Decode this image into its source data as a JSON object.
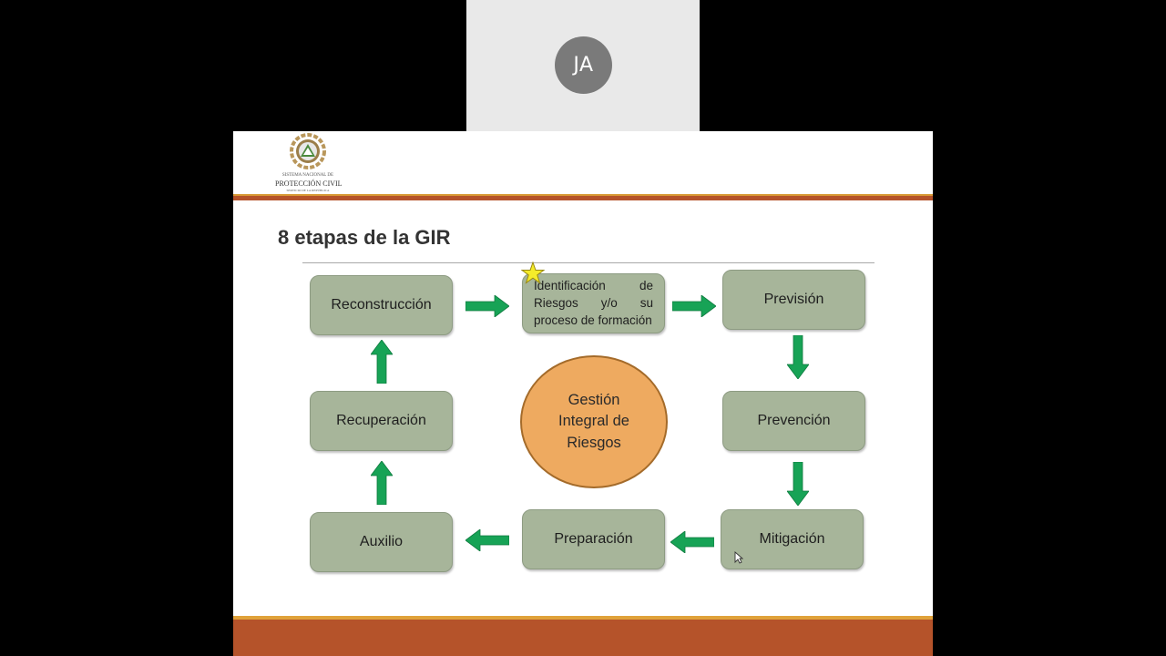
{
  "participant": {
    "initials": "JA",
    "colors": {
      "tile": "#e9e9e9",
      "avatar": "#7a7a7a"
    }
  },
  "slide": {
    "logo": {
      "icon": "proteccion-civil-emblem-icon",
      "line1": "SISTEMA NACIONAL DE",
      "line2": "PROTECCIÓN CIVIL",
      "line3": "SERVICIO DE LA REPÚBLICA"
    },
    "title": "8 etapas de la GIR",
    "center": "Gestión Integral de Riesgos",
    "stages": {
      "identificacion": "Identificación de Riesgos y/o su proceso de formación",
      "prevision": "Previsión",
      "prevencion": "Prevención",
      "mitigacion": "Mitigación",
      "preparacion": "Preparación",
      "auxilio": "Auxilio",
      "recuperacion": "Recuperación",
      "reconstruccion": "Reconstrucción"
    },
    "icons": {
      "highlight": "star-icon",
      "arrows": "arrow-icon",
      "pointer": "cursor-icon"
    },
    "colors": {
      "box": "#a7b59a",
      "circle": "#eeaa60",
      "arrow": "#17a356",
      "band": "#b5532a",
      "band_accent": "#e0a23a",
      "star": "#f5ec2a"
    }
  }
}
